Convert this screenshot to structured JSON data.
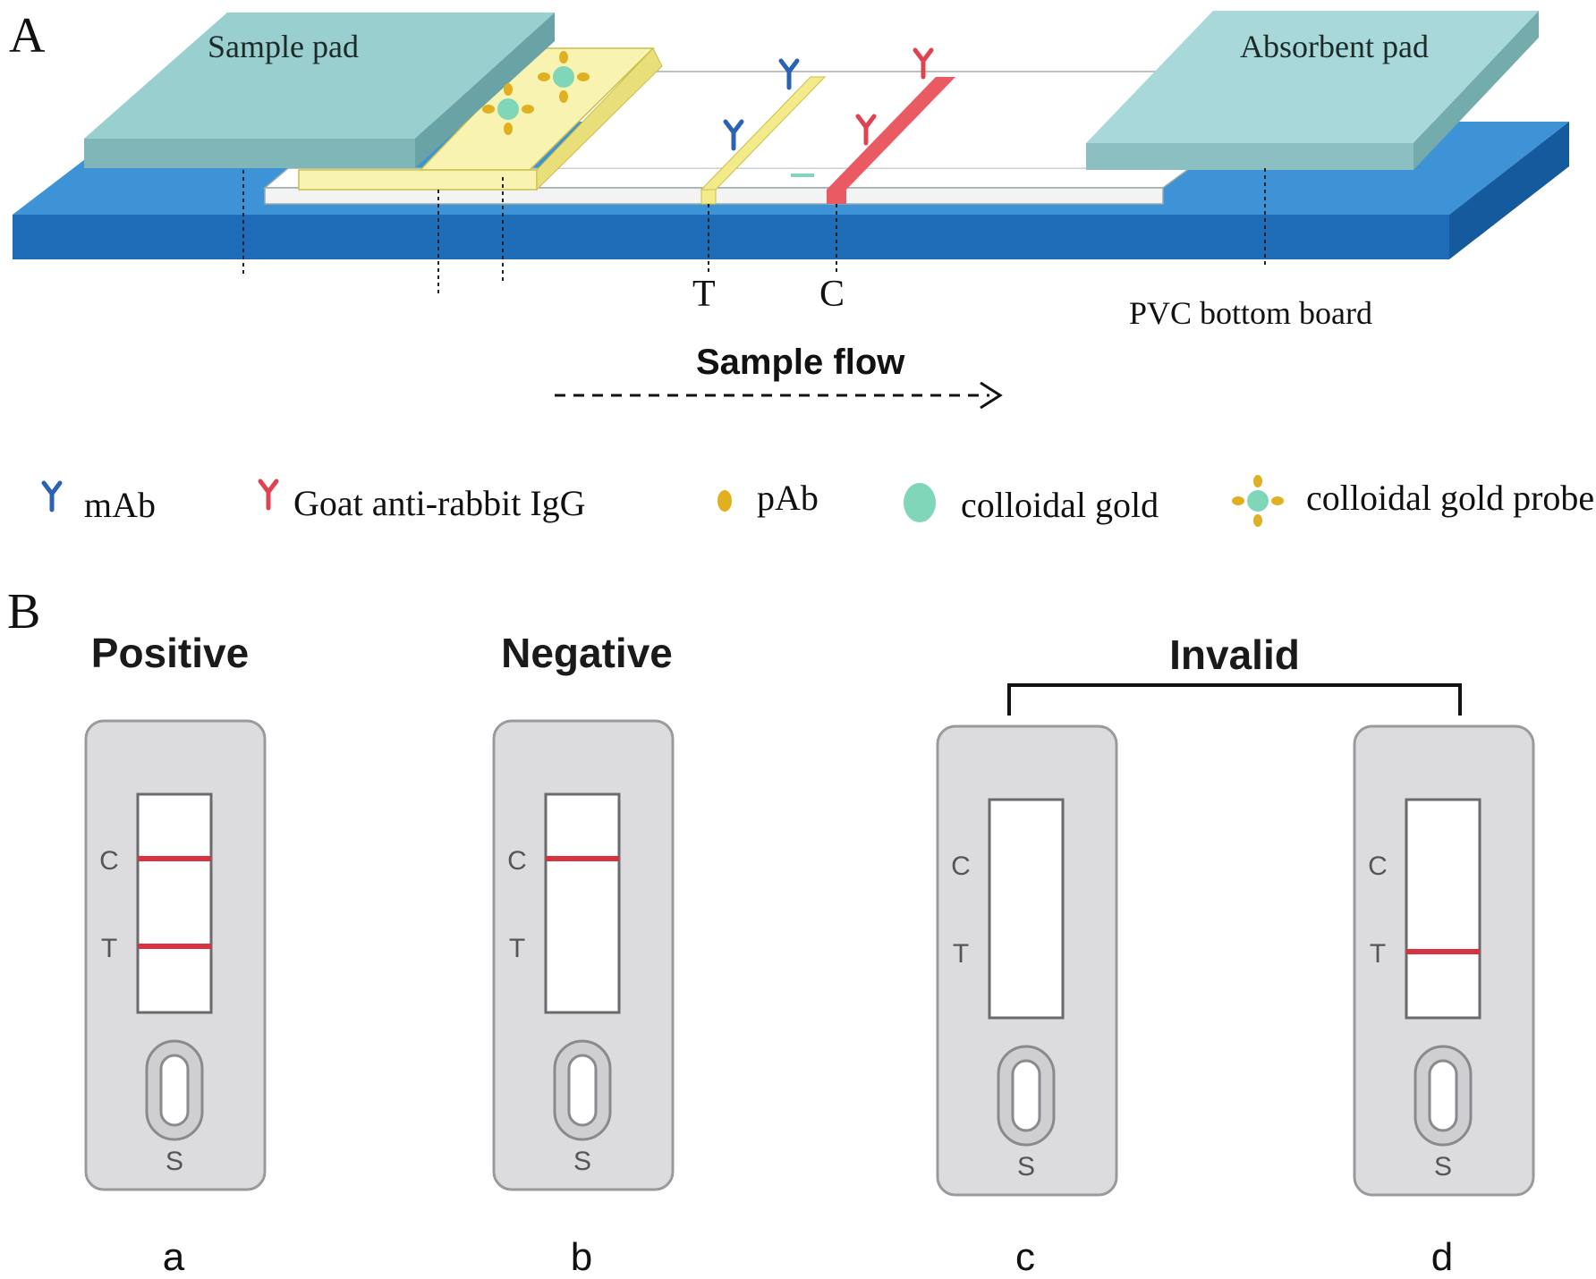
{
  "panel_a": {
    "label": "A",
    "sample_pad": "Sample pad",
    "absorbent_pad": "Absorbent pad",
    "t_label": "T",
    "c_label": "C",
    "pvc_label": "PVC bottom board",
    "flow_label": "Sample flow"
  },
  "legend": {
    "mab": "mAb",
    "goat": "Goat anti-rabbit IgG",
    "pab": "pAb",
    "gold": "colloidal gold",
    "probe": "colloidal gold probe"
  },
  "panel_b": {
    "label": "B",
    "positive": "Positive",
    "negative": "Negative",
    "invalid": "Invalid",
    "c_letter": "C",
    "t_letter": "T",
    "s_letter": "S",
    "cassettes": [
      {
        "letter": "a",
        "c_line": true,
        "t_line": true
      },
      {
        "letter": "b",
        "c_line": true,
        "t_line": false
      },
      {
        "letter": "c",
        "c_line": false,
        "t_line": false
      },
      {
        "letter": "d",
        "c_line": false,
        "t_line": true
      }
    ]
  },
  "colors": {
    "pvc_board": "#2f86cb",
    "pad": "#8fc7c8",
    "conjugate": "#f6f2a6",
    "mab": "#2b63b3",
    "goat_igg": "#e0424f",
    "pab": "#e0b020",
    "gold": "#7fd6b8",
    "cassette": "#dcdcde",
    "line_red": "#d63440"
  }
}
